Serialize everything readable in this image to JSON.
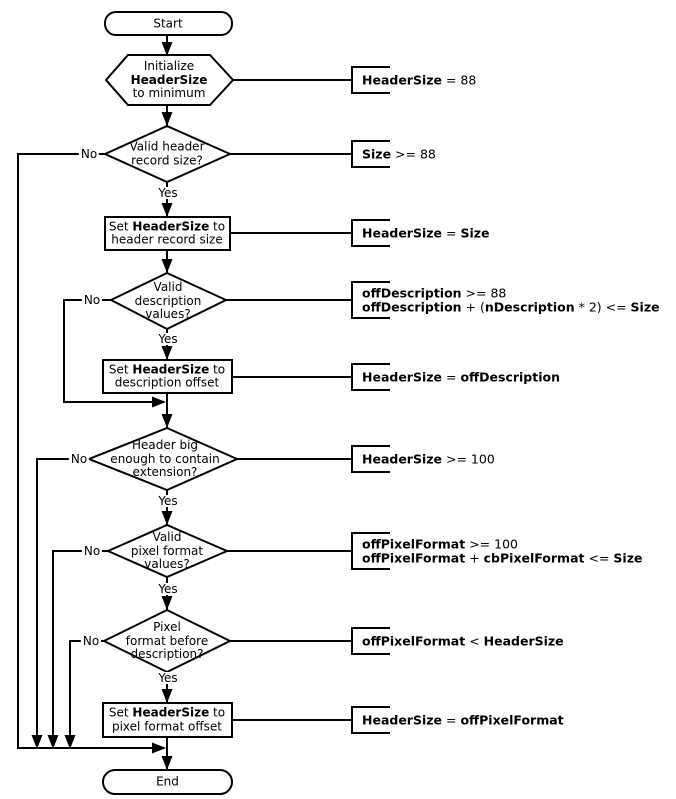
{
  "diagram": {
    "colors": {
      "line": "#000000",
      "shape_fill": "#ffffff",
      "text": "#000000"
    },
    "edge_labels": {
      "yes": "Yes",
      "no": "No"
    },
    "nodes": [
      {
        "id": "start",
        "type": "terminator",
        "label": "Start"
      },
      {
        "id": "init-headersize",
        "type": "preparation-hexagon",
        "label": "Initialize\n**HeaderSize**\nto minimum"
      },
      {
        "id": "valid-header-record-size",
        "type": "decision",
        "label": "Valid header\nrecord size?"
      },
      {
        "id": "set-headersize-record-size",
        "type": "process",
        "label": "Set **HeaderSize** to\nheader record size"
      },
      {
        "id": "valid-description-values",
        "type": "decision",
        "label": "Valid\ndescription\nvalues?"
      },
      {
        "id": "set-headersize-description-offset",
        "type": "process",
        "label": "Set **HeaderSize** to\ndescription offset"
      },
      {
        "id": "header-big-enough",
        "type": "decision",
        "label": "Header big\nenough to contain\nextension?"
      },
      {
        "id": "valid-pixel-format-values",
        "type": "decision",
        "label": "Valid\npixel format\nvalues?"
      },
      {
        "id": "pixel-format-before-description",
        "type": "decision",
        "label": "Pixel\nformat before\ndescription?"
      },
      {
        "id": "set-headersize-pixel-format-offset",
        "type": "process",
        "label": "Set **HeaderSize** to\npixel format offset"
      },
      {
        "id": "end",
        "type": "terminator",
        "label": "End"
      }
    ],
    "annotations": [
      {
        "text": "**HeaderSize** = 88"
      },
      {
        "text": "**Size** >= 88"
      },
      {
        "text": "**HeaderSize** = **Size**"
      },
      {
        "text": "**offDescription** >= 88\n**offDescription** + (**nDescription** * 2) <= **Size**"
      },
      {
        "text": "**HeaderSize** = **offDescription**"
      },
      {
        "text": "**HeaderSize** >= 100"
      },
      {
        "text": "**offPixelFormat** >= 100\n**offPixelFormat** + **cbPixelFormat** <= **Size**"
      },
      {
        "text": "**offPixelFormat** < **HeaderSize**"
      },
      {
        "text": "**HeaderSize** = **offPixelFormat**"
      }
    ]
  }
}
